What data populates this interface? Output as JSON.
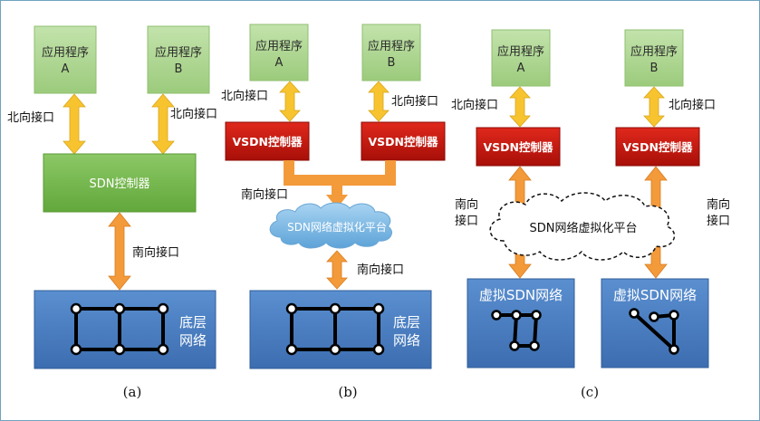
{
  "colors": {
    "app_green": "#a9d18e",
    "sdn_green": "#70ad47",
    "vsdn_red": "#c0190f",
    "network_blue": "#4a7fc1",
    "arrow_yellow": "#f7c430",
    "arrow_orange": "#f39a3b",
    "border": "#6fa3bf"
  },
  "panel_a": {
    "app_a_line1": "应用程序",
    "app_a_line2": "A",
    "app_b_line1": "应用程序",
    "app_b_line2": "B",
    "northbound_left": "北向接口",
    "northbound_right": "北向接口",
    "controller": "SDN控制器",
    "southbound": "南向接口",
    "network_line1": "底层",
    "network_line2": "网络",
    "caption": "(a)"
  },
  "panel_b": {
    "app_a_line1": "应用程序",
    "app_a_line2": "A",
    "app_b_line1": "应用程序",
    "app_b_line2": "B",
    "northbound_left": "北向接口",
    "northbound_right": "北向接口",
    "vsdn_left": "VSDN控制器",
    "vsdn_right": "VSDN控制器",
    "southbound_top": "南向接口",
    "cloud": "SDN网络虚拟化平台",
    "southbound_bottom": "南向接口",
    "network_line1": "底层",
    "network_line2": "网络",
    "caption": "(b)"
  },
  "panel_c": {
    "app_a_line1": "应用程序",
    "app_a_line2": "A",
    "app_b_line1": "应用程序",
    "app_b_line2": "B",
    "northbound_left": "北向接口",
    "northbound_right": "北向接口",
    "vsdn_left": "VSDN控制器",
    "vsdn_right": "VSDN控制器",
    "southbound_left_line1": "南向",
    "southbound_left_line2": "接口",
    "southbound_right_line1": "南向",
    "southbound_right_line2": "接口",
    "cloud": "SDN网络虚拟化平台",
    "vnet_left": "虚拟SDN网络",
    "vnet_right": "虚拟SDN网络",
    "caption": "(c)"
  }
}
